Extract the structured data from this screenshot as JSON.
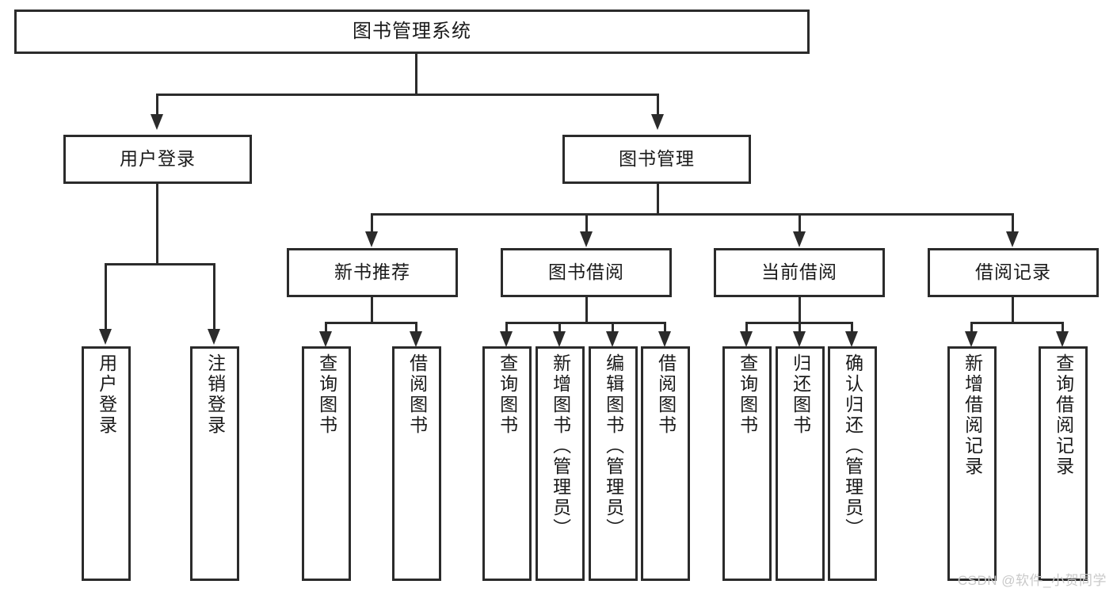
{
  "diagram": {
    "title": "图书管理系统",
    "type": "hierarchy-tree",
    "root": {
      "id": "root",
      "label": "图书管理系统"
    },
    "level2": [
      {
        "id": "user-login",
        "label": "用户登录"
      },
      {
        "id": "book-manage",
        "label": "图书管理"
      }
    ],
    "level3": [
      {
        "id": "new-book-rec",
        "label": "新书推荐",
        "parent": "book-manage"
      },
      {
        "id": "book-borrow",
        "label": "图书借阅",
        "parent": "book-manage"
      },
      {
        "id": "current-borrow",
        "label": "当前借阅",
        "parent": "book-manage"
      },
      {
        "id": "borrow-record",
        "label": "借阅记录",
        "parent": "book-manage"
      }
    ],
    "leaves": {
      "user_login": [
        {
          "id": "leaf-user-login",
          "label": "用户登录"
        },
        {
          "id": "leaf-user-logout",
          "label": "注销登录"
        }
      ],
      "new_book_rec": [
        {
          "id": "leaf-query-book-1",
          "label": "查询图书"
        },
        {
          "id": "leaf-borrow-book-1",
          "label": "借阅图书"
        }
      ],
      "book_borrow": [
        {
          "id": "leaf-query-book-2",
          "label": "查询图书"
        },
        {
          "id": "leaf-add-book",
          "label": "新增图书（管理员）"
        },
        {
          "id": "leaf-edit-book",
          "label": "编辑图书（管理员）"
        },
        {
          "id": "leaf-borrow-book-2",
          "label": "借阅图书"
        }
      ],
      "current_borrow": [
        {
          "id": "leaf-query-book-3",
          "label": "查询图书"
        },
        {
          "id": "leaf-return-book",
          "label": "归还图书"
        },
        {
          "id": "leaf-confirm-return",
          "label": "确认归还（管理员）"
        }
      ],
      "borrow_record": [
        {
          "id": "leaf-add-record",
          "label": "新增借阅记录"
        },
        {
          "id": "leaf-query-record",
          "label": "查询借阅记录"
        }
      ]
    }
  },
  "watermark": {
    "text": "CSDN @软件_小贺同学"
  },
  "colors": {
    "stroke": "#2b2b2b",
    "background": "#ffffff",
    "text": "#1a1a1a",
    "watermark": "#c9c9c9"
  }
}
